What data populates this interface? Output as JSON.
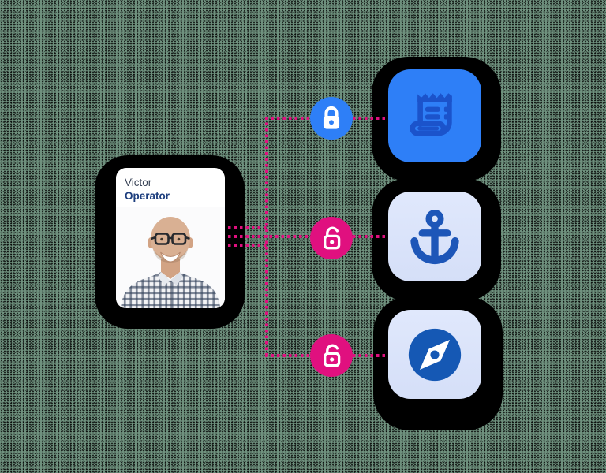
{
  "card": {
    "first_name": "Victor",
    "role": "Operator"
  },
  "apps": [
    {
      "id": "receipt-app",
      "icon": "receipt-icon",
      "tile_color": "#2e7ff7",
      "icon_color": "#1b53cb",
      "access": "lock-closed"
    },
    {
      "id": "anchor-app",
      "icon": "anchor-icon",
      "tile_color": "#dce5fa",
      "icon_color": "#1d56b8",
      "access": "lock-open"
    },
    {
      "id": "compass-app",
      "icon": "compass-icon",
      "tile_color": "#dce5fa",
      "icon_color": "#1558b4",
      "access": "lock-open"
    }
  ],
  "locks": [
    {
      "state": "locked",
      "badge_color": "#2e7ff7"
    },
    {
      "state": "unlocked",
      "badge_color": "#e0107f"
    },
    {
      "state": "unlocked",
      "badge_color": "#e0107f"
    }
  ],
  "colors": {
    "background": "#6f917e",
    "connector_pink": "#e0107f",
    "accent_blue": "#2e7ff7",
    "shadow_black": "#000000",
    "card_bg": "#ffffff",
    "name_color": "#3c4659",
    "role_color": "#1d3e7e"
  }
}
